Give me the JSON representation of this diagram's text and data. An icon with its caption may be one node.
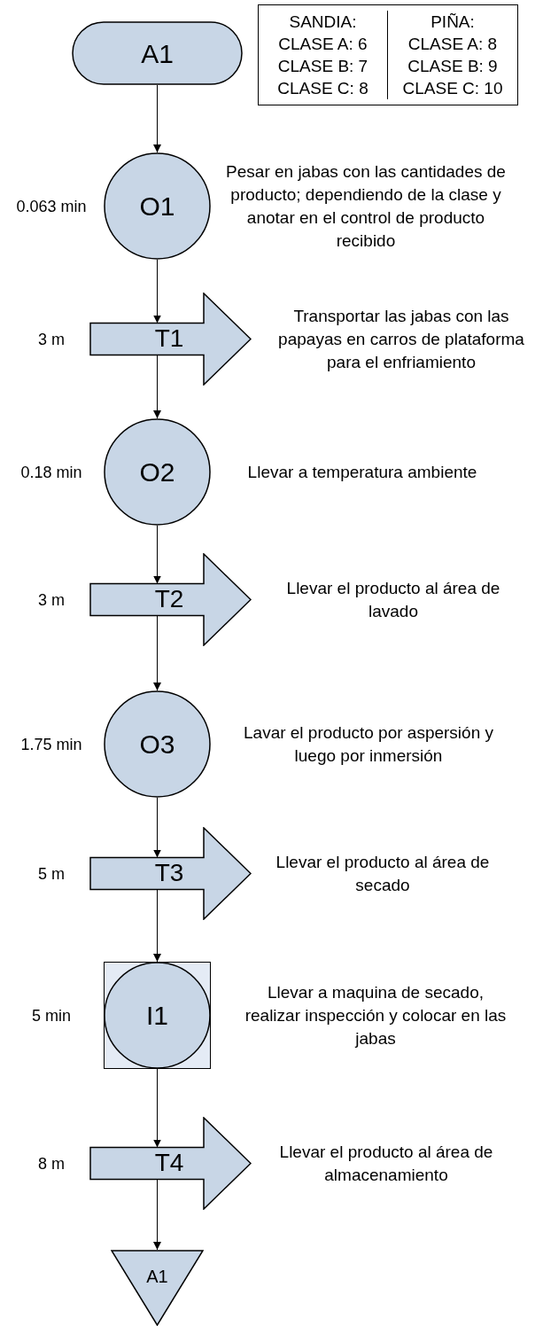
{
  "diagram": {
    "nodes": [
      {
        "text": [
          "A1"
        ]
      },
      {
        "text": [
          "O1"
        ],
        "beside": [
          "0.063 min",
          "Pesar en jabas con las cantidades de producto; dependiendo de la clase y anotar en el control de producto recibido"
        ]
      },
      {
        "text": [
          "T1"
        ],
        "beside": [
          "3 m",
          "Transportar las jabas con las papayas en carros de plataforma para el enfriamiento"
        ]
      },
      {
        "text": [
          "O2"
        ],
        "beside": [
          "0.18 min",
          "Llevar a temperatura ambiente"
        ]
      },
      {
        "text": [
          "T2"
        ],
        "beside": [
          "3 m",
          "Llevar el producto al área de lavado"
        ]
      },
      {
        "text": [
          "O3"
        ],
        "beside": [
          "1.75 min",
          "Lavar el producto por aspersión y luego por inmersión"
        ]
      },
      {
        "text": [
          "T3"
        ],
        "beside": [
          "5 m",
          "Llevar el producto al área de secado"
        ]
      },
      {
        "text": [
          "I1"
        ],
        "beside": [
          "5 min",
          "Llevar a maquina de secado, realizar inspección y colocar en las jabas"
        ]
      },
      {
        "text": [
          "T4"
        ],
        "beside": [
          "8 m",
          "Llevar el producto al área de almacenamiento"
        ]
      },
      {
        "text": [
          "A1"
        ]
      }
    ],
    "edges": [
      {
        "from": 0,
        "to": 1,
        "arrow": "to"
      },
      {
        "from": 1,
        "to": 2,
        "arrow": "to"
      },
      {
        "from": 2,
        "to": 3,
        "arrow": "to"
      },
      {
        "from": 3,
        "to": 4,
        "arrow": "to"
      },
      {
        "from": 4,
        "to": 5,
        "arrow": "to"
      },
      {
        "from": 5,
        "to": 6,
        "arrow": "to"
      },
      {
        "from": 6,
        "to": 7,
        "arrow": "to"
      },
      {
        "from": 7,
        "to": 8,
        "arrow": "to"
      },
      {
        "from": 8,
        "to": 9,
        "arrow": "to"
      }
    ],
    "labels": [
      "SANDIA:",
      "PIÑA:",
      "CLASE A: 6",
      "CLASE A: 8",
      "CLASE B: 7",
      "CLASE B: 9",
      "CLASE C: 8",
      "CLASE C: 10"
    ]
  }
}
